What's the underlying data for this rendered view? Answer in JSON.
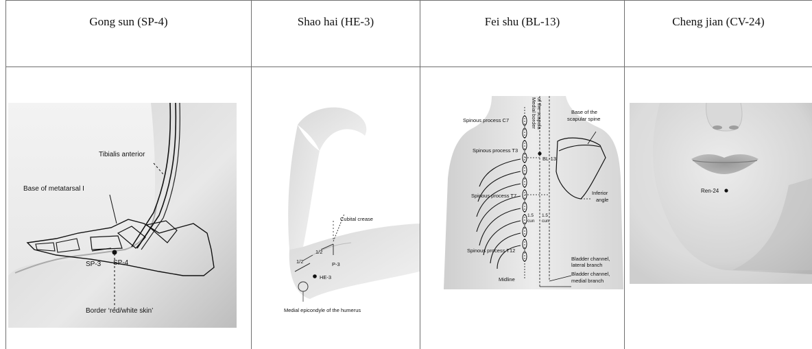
{
  "columns": [
    {
      "title": "Gong sun (SP-4)"
    },
    {
      "title": "Shao hai (HE-3)"
    },
    {
      "title": "Fei shu (BL-13)"
    },
    {
      "title": "Cheng jian (CV-24)"
    }
  ],
  "foot": {
    "labels": {
      "tibialis": "Tibialis anterior",
      "metatarsal": "Base of metatarsal I",
      "sp3": "SP-3",
      "sp4": "SP-4",
      "border": "Border ‘red/white skin’"
    }
  },
  "arm": {
    "labels": {
      "cubital": "Cubital crease",
      "half_left": "1/2",
      "half_right": "1/2",
      "p3": "P-3",
      "he3": "HE-3",
      "epicondyle": "Medial epicondyle of the humerus"
    }
  },
  "back": {
    "labels": {
      "c7": "Spinous process C7",
      "t3": "Spinous process T3",
      "t7": "Spinous process T7",
      "t12": "Spinous process T12",
      "medial_border": "Medial border",
      "of_scapula": "of the scapula",
      "spine_base_1": "Base of the",
      "spine_base_2": "scapular spine",
      "bl13": "BL-13",
      "inferior_1": "Inferior",
      "inferior_2": "angle",
      "cun_left_1": "1.5",
      "cun_left_2": "cun",
      "cun_right_1": "1.5",
      "cun_right_2": "cun",
      "lateral_1": "Bladder channel,",
      "lateral_2": "lateral branch",
      "medial_1": "Bladder channel,",
      "medial_2": "medial branch",
      "midline": "Midline"
    }
  },
  "face": {
    "labels": {
      "ren24": "Ren-24"
    }
  }
}
